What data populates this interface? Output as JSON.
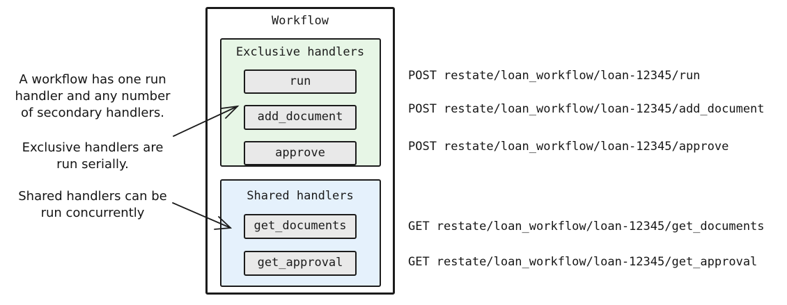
{
  "diagram": {
    "title": "Workflow",
    "sections": [
      {
        "id": "exclusive",
        "title": "Exclusive handlers",
        "background": "#e7f6e6",
        "handlers": [
          "run",
          "add_document",
          "approve"
        ]
      },
      {
        "id": "shared",
        "title": "Shared handlers",
        "background": "#e5f1fc",
        "handlers": [
          "get_documents",
          "get_approval"
        ]
      }
    ],
    "handler_button_background": "#e9e9e9",
    "stroke_color": "#1b1b1b"
  },
  "annotations": [
    {
      "text": "A workflow has one run handler and any number of secondary handlers.",
      "lines": [
        "A workflow has one run",
        "handler and any number",
        "of secondary handlers."
      ]
    },
    {
      "text": "Exclusive handlers are run serially.",
      "lines": [
        "Exclusive handlers are",
        "run serially."
      ]
    },
    {
      "text": "Shared handlers can be run concurrently",
      "lines": [
        "Shared handlers can be",
        "run concurrently"
      ]
    }
  ],
  "endpoints": [
    {
      "method": "POST",
      "path": "restate/loan_workflow/loan-12345/run"
    },
    {
      "method": "POST",
      "path": "restate/loan_workflow/loan-12345/add_document"
    },
    {
      "method": "POST",
      "path": "restate/loan_workflow/loan-12345/approve"
    },
    {
      "method": "GET",
      "path": "restate/loan_workflow/loan-12345/get_documents"
    },
    {
      "method": "GET",
      "path": "restate/loan_workflow/loan-12345/get_approval"
    }
  ]
}
